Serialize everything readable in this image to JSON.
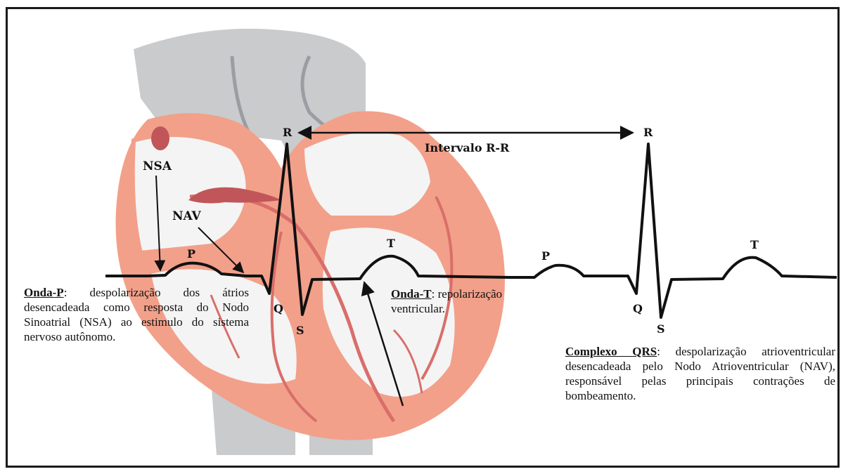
{
  "labels": {
    "p1": "P",
    "q1": "Q",
    "r1": "R",
    "s1": "S",
    "t1": "T",
    "p2": "P",
    "q2": "Q",
    "r2": "R",
    "s2": "S",
    "t2": "T",
    "nsa": "NSA",
    "nav": "NAV",
    "rr_interval": "Intervalo R-R"
  },
  "descriptions": {
    "p_wave": {
      "term": "Onda-P",
      "text": ": despolarização dos átrios desencadeada como resposta do Nodo Sinoatrial (NSA) ao estimulo do sistema nervoso autônomo."
    },
    "t_wave": {
      "term": "Onda-T",
      "text": ": repolarização ventricular."
    },
    "qrs": {
      "term": "Complexo QRS",
      "text": ": despolarização atrioventricular desencadeada pelo Nodo Atrioventricular (NAV), responsável pelas principais contrações de bombeamento."
    }
  },
  "colors": {
    "heart_muscle": "#f2a08a",
    "heart_chamber": "#f4f4f4",
    "vessels": "#d96e6a",
    "great_vessels": "#c9cbcc",
    "node": "#c0565a",
    "ecg_line": "#111111"
  }
}
